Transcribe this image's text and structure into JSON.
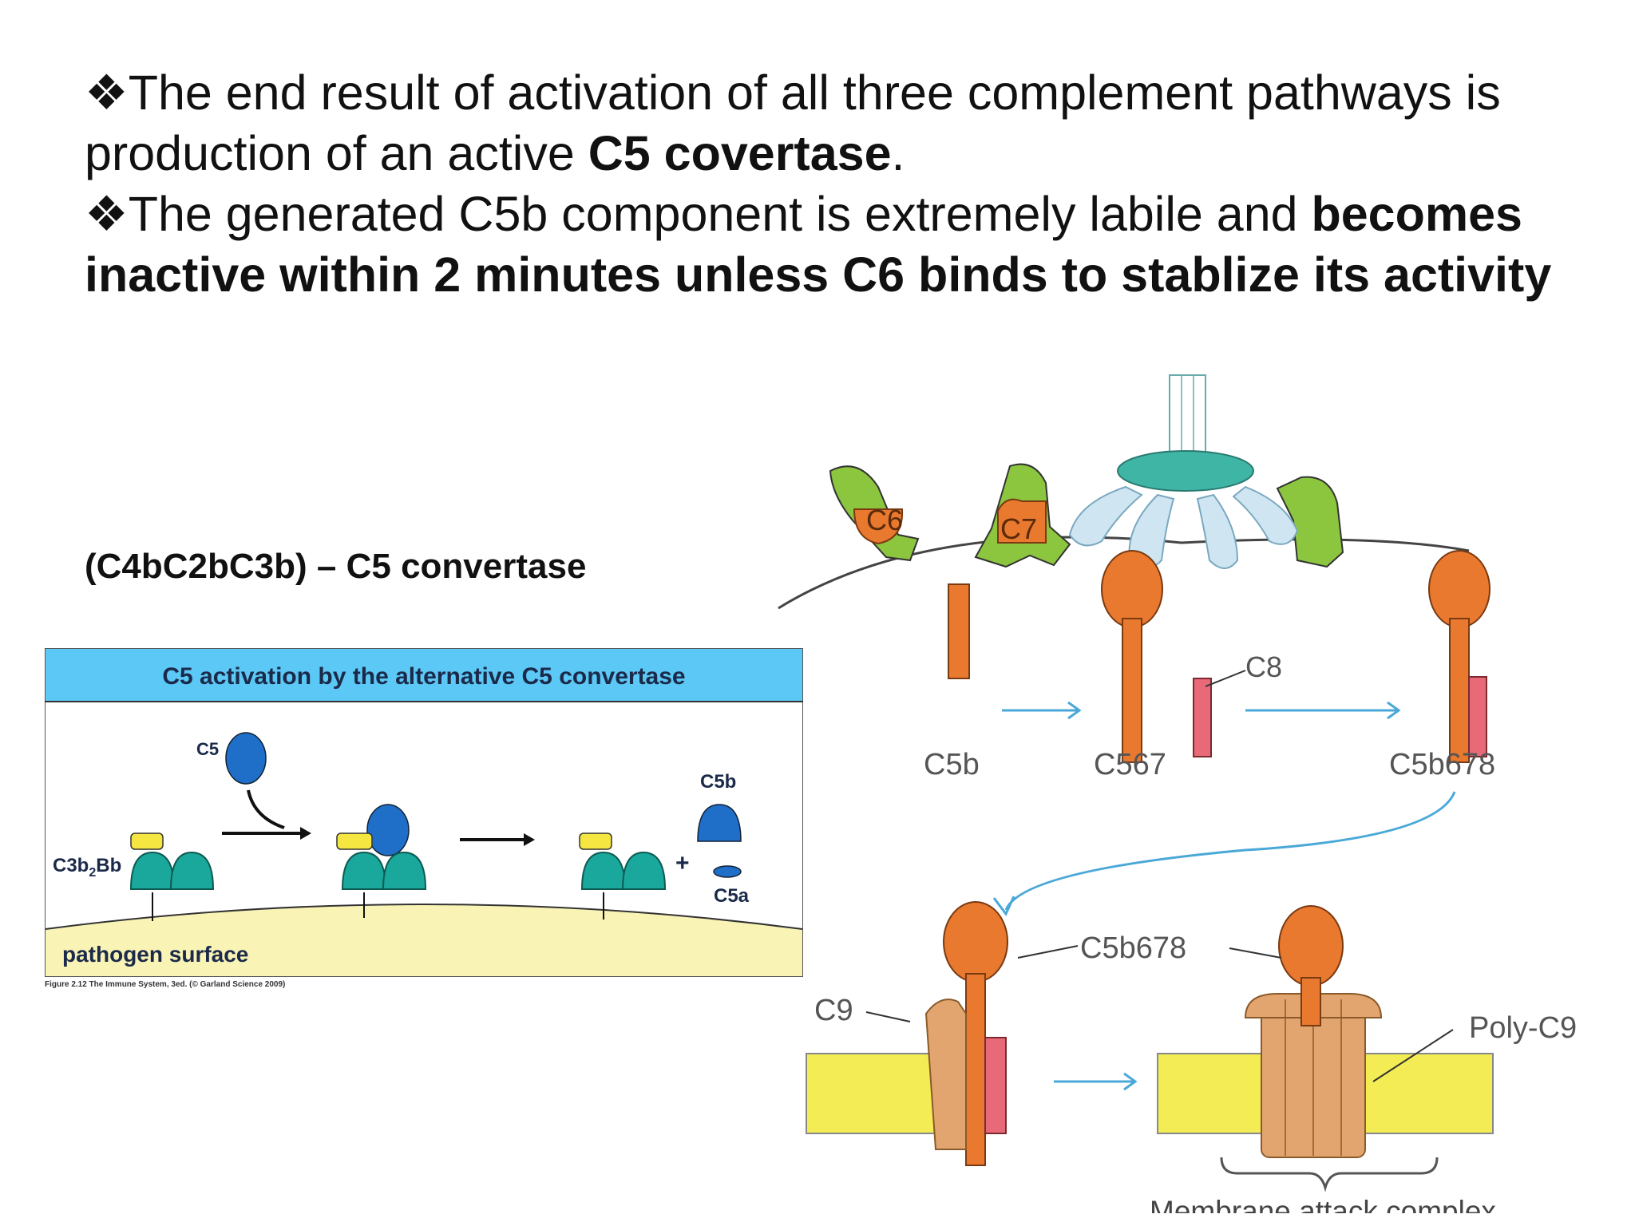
{
  "bullets": [
    {
      "symbol": "❖",
      "parts": [
        {
          "text": "The end result of activation of all three complement pathways is production of an active ",
          "bold": false
        },
        {
          "text": "C5 covertase",
          "bold": true
        },
        {
          "text": ".",
          "bold": false
        }
      ]
    },
    {
      "symbol": "❖",
      "parts": [
        {
          "text": "The generated C5b component is extremely labile and ",
          "bold": false
        },
        {
          "text": "becomes inactive within 2 minutes unless C6 binds to stablize its activity",
          "bold": true
        }
      ]
    }
  ],
  "subtitle": "(C4bC2bC3b) – C5 convertase",
  "panel": {
    "title": "C5 activation by the alternative C5 convertase",
    "labels": {
      "c5": "C5",
      "c3b2bb_main": "C3b",
      "c3b2bb_sub": "2",
      "c3b2bb_tail": "Bb",
      "c5b": "C5b",
      "c5a": "C5a",
      "plus": "+",
      "surface": "pathogen surface"
    },
    "caption": "Figure 2.12 The Immune System, 3ed. (© Garland Science 2009)",
    "colors": {
      "header": "#5bc8f5",
      "surface": "#f9f3b5",
      "teal": "#1aa89c",
      "blue": "#1f6fc9",
      "yellow": "#f5e642"
    }
  },
  "mac": {
    "labels": {
      "c6": "C6",
      "c7": "C7",
      "c8": "C8",
      "c5b": "C5b",
      "c567": "C567",
      "c5b678_top": "C5b678",
      "c5b678_bottom": "C5b678",
      "c9": "C9",
      "poly_c9": "Poly-C9",
      "complex": "Membrane attack complex"
    },
    "colors": {
      "orange": "#e8792e",
      "pink": "#e86a78",
      "tan": "#e3a56f",
      "green": "#8cc63f",
      "lightblue": "#cfe6f2",
      "membrane": "#f4ec54",
      "arrow": "#4aa8d8"
    }
  }
}
